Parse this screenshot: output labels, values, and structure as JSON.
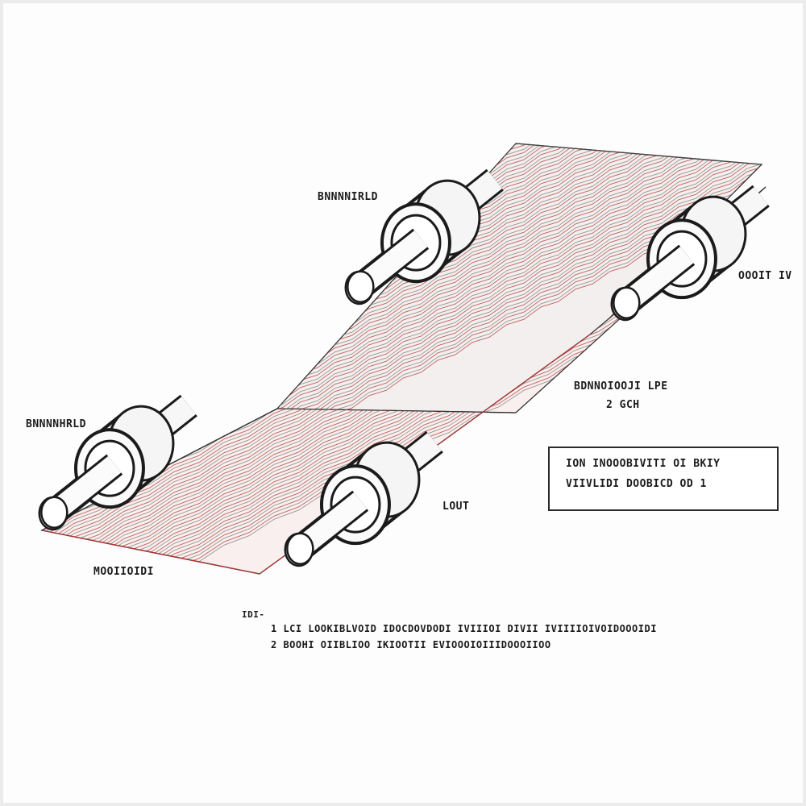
{
  "labels": {
    "roller_top_left": "BNNNNIRLD",
    "roller_top_right": "OOOIT IV",
    "roller_bottom_left": "BNNNNHRLD",
    "roller_bottom_right": "LOUT",
    "sheet_edge": "MOOIIOIDI",
    "dimension_line1": "BDNNOIOOJI LPE",
    "dimension_line2": "2 GCH"
  },
  "note_box": {
    "line1": "ION INOOOBIVITI OI BKIY",
    "line2": "VIIVLIDI DOOBICD OD 1"
  },
  "notes": {
    "heading": "IDI-",
    "line1": "1 LCI LOOKIBLVOID IDOCDOVDODI IVIIIOI DIVII IVIIIIOIVOIDOOOIDI",
    "line2": "2 BOOHI OIIBLIOO IKIOOTII EVIOOOIOIIIDOOOIIOO"
  },
  "colors": {
    "ink": "#1b1b1b",
    "mesh_red": "#b0332c",
    "mesh_gray": "#7a7a7a",
    "paper": "#fdfdfd"
  }
}
